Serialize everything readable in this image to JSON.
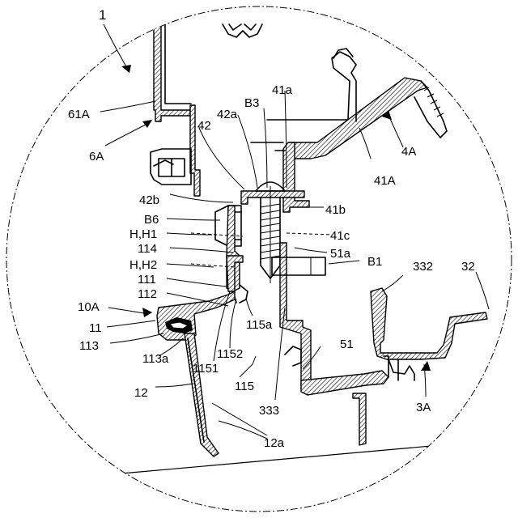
{
  "figure": {
    "labels": {
      "l1": "1",
      "l61A": "61A",
      "l6A": "6A",
      "l42": "42",
      "l42a": "42a",
      "lB3": "B3",
      "l41a": "41a",
      "l4A": "4A",
      "l41A": "41A",
      "l42b": "42b",
      "lB6": "B6",
      "lHH1": "H,H1",
      "l114": "114",
      "lHH2": "H,H2",
      "l111": "111",
      "l112": "112",
      "l10A": "10A",
      "l11": "11",
      "l113": "113",
      "l113a": "113a",
      "l12": "12",
      "l12a": "12a",
      "l41b": "41b",
      "l41c": "41c",
      "l51a": "51a",
      "lB1": "B1",
      "l332": "332",
      "l32": "32",
      "l115a": "115a",
      "l1152": "1152",
      "l1151": "1151",
      "l115": "115",
      "l51": "51",
      "l333": "333",
      "l3A": "3A"
    }
  }
}
